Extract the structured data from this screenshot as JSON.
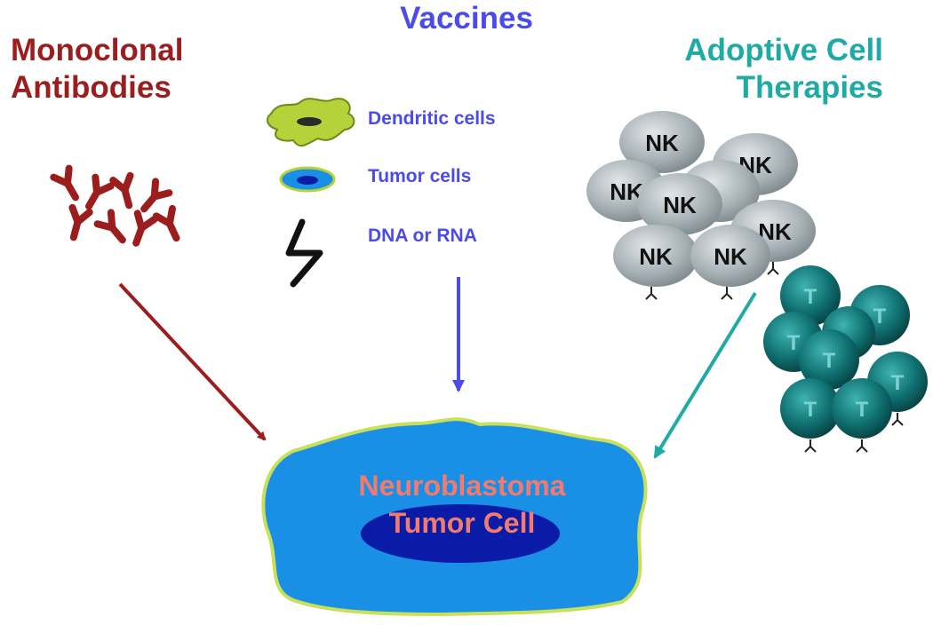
{
  "headings": {
    "monoclonal": [
      "Monoclonal",
      "Antibodies"
    ],
    "vaccines": "Vaccines",
    "adoptive": [
      "Adoptive Cell",
      "Therapies"
    ]
  },
  "vaccine_types": [
    "Dendritic cells",
    "Tumor cells",
    "DNA or RNA"
  ],
  "nk_label": "NK",
  "t_label": "T",
  "tumor": [
    "Neuroblastoma",
    "Tumor Cell"
  ],
  "colors": {
    "antibody": "#9b1d1d",
    "vaccine": "#4b4bea",
    "adoptive": "#1faaa6",
    "tumor_fill": "#1a8fe6",
    "tumor_border": "#c8e05a",
    "nucleus": "#0a1ba8",
    "tumor_text": "#f27a6e"
  }
}
